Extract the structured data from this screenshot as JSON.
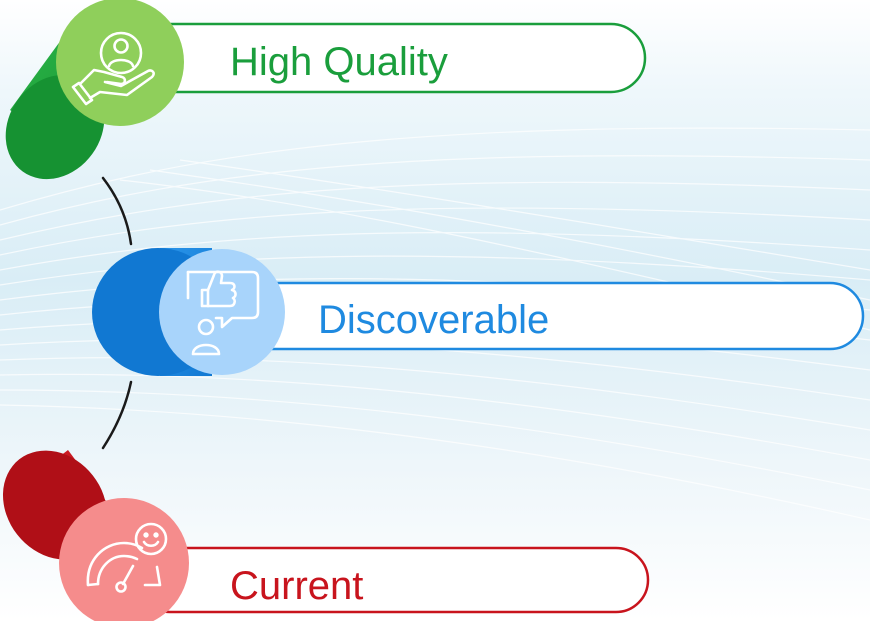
{
  "items": [
    {
      "label": "High Quality",
      "icon": "hand-holding-person-icon",
      "color": "#1a9e3c",
      "icon_bg": "#8fcf5b"
    },
    {
      "label": "Discoverable",
      "icon": "person-thumbs-up-speech-icon",
      "color": "#1f8ae0",
      "icon_bg": "#a8d4fb"
    },
    {
      "label": "Current",
      "icon": "smile-speedometer-icon",
      "color": "#c8141d",
      "icon_bg": "#f58c8c"
    }
  ]
}
